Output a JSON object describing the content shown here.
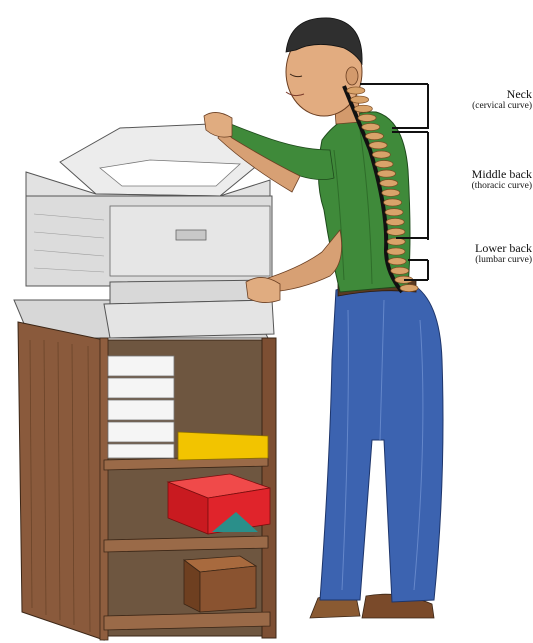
{
  "labels": {
    "neck": {
      "title": "Neck",
      "subtitle": "(cervical curve)"
    },
    "middle_back": {
      "title": "Middle back",
      "subtitle": "(thoracic curve)"
    },
    "lower_back": {
      "title": "Lower back",
      "subtitle": "(lumbar curve)"
    }
  },
  "colors": {
    "shirt": "#3f8a3a",
    "jeans": "#3c63b0",
    "wood": "#8a5a3c",
    "spine": "#d9a36a",
    "red_box": "#e0242b",
    "yellow_paper": "#f2c400",
    "brown_box": "#8a5330"
  }
}
